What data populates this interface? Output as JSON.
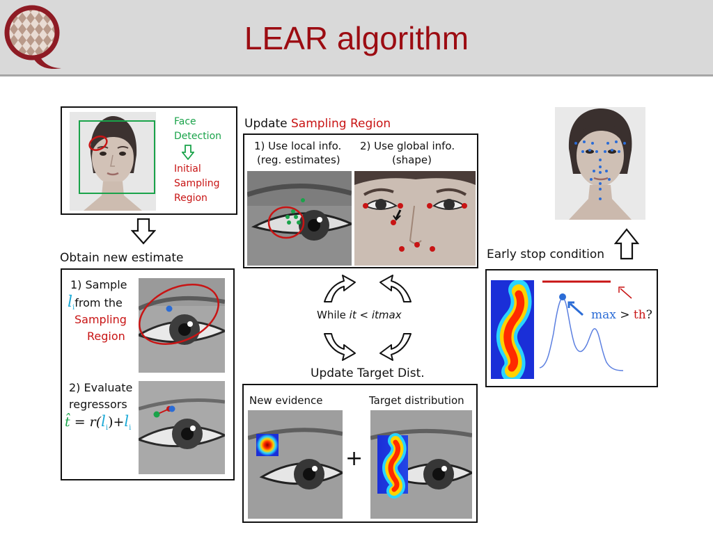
{
  "slide": {
    "title": "LEAR algorithm"
  },
  "face_detection_box": {
    "face_detection_label": [
      "Face",
      "Detection"
    ],
    "initial_region_label": [
      "Initial",
      "Sampling",
      "Region"
    ]
  },
  "obtain_estimate": {
    "heading": "Obtain new estimate",
    "step1": {
      "line1": "1) Sample",
      "var": "l",
      "sub": "i",
      "line2_rest": "from the",
      "line3": "Sampling",
      "line4": "Region"
    },
    "step2": {
      "line1": "2) Evaluate",
      "line2": "regressors",
      "formula": {
        "that": "t̂",
        "eq": "= r(",
        "l1": "l",
        "sub1": "i",
        "mid": ")+",
        "l2": "l",
        "sub2": "i"
      }
    }
  },
  "update_sampling": {
    "heading_prefix": "Update ",
    "heading_highlight": "Sampling Region",
    "local_label": [
      "1) Use local info.",
      "(reg. estimates)"
    ],
    "global_label": [
      "2) Use global info.",
      "(shape)"
    ]
  },
  "loop": {
    "while_prefix": "While ",
    "while_it": "it",
    "while_lt": " < ",
    "while_max": "itmax"
  },
  "update_target": {
    "heading": "Update Target Dist.",
    "new_evidence": "New evidence",
    "target_distribution": "Target distribution",
    "plus": "+"
  },
  "early_stop": {
    "heading": "Early stop condition",
    "max": "max",
    "gt": ">",
    "th": "th",
    "q": "?"
  },
  "colors": {
    "title_red": "#9c0c12",
    "highlight_red": "#c81414",
    "detection_green": "#1aa34a",
    "estimate_cyan": "#1aa9d6",
    "landmark_blue": "#2b6cd6"
  },
  "icons": {
    "logo": "q-logo-icon",
    "down_arrow": "hollow-down-arrow-icon",
    "up_arrow": "hollow-up-arrow-icon",
    "cycle": "cycle-arrows-icon"
  }
}
